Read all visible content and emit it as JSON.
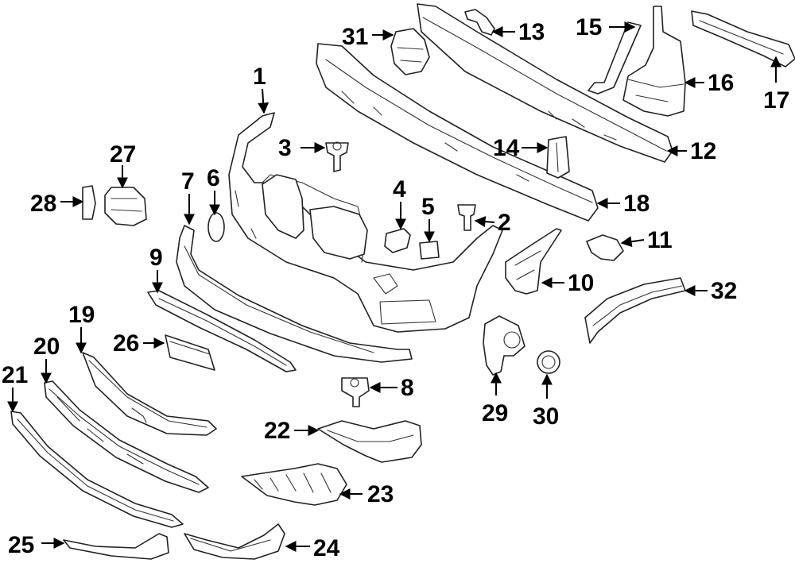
{
  "title": "Front bumper parts diagram",
  "callouts": [
    {
      "number": "1"
    },
    {
      "number": "2"
    },
    {
      "number": "3"
    },
    {
      "number": "4"
    },
    {
      "number": "5"
    },
    {
      "number": "6"
    },
    {
      "number": "7"
    },
    {
      "number": "8"
    },
    {
      "number": "9"
    },
    {
      "number": "10"
    },
    {
      "number": "11"
    },
    {
      "number": "12"
    },
    {
      "number": "13"
    },
    {
      "number": "14"
    },
    {
      "number": "15"
    },
    {
      "number": "16"
    },
    {
      "number": "17"
    },
    {
      "number": "18"
    },
    {
      "number": "19"
    },
    {
      "number": "20"
    },
    {
      "number": "21"
    },
    {
      "number": "22"
    },
    {
      "number": "23"
    },
    {
      "number": "24"
    },
    {
      "number": "25"
    },
    {
      "number": "26"
    },
    {
      "number": "27"
    },
    {
      "number": "28"
    },
    {
      "number": "29"
    },
    {
      "number": "30"
    },
    {
      "number": "31"
    },
    {
      "number": "32"
    }
  ]
}
